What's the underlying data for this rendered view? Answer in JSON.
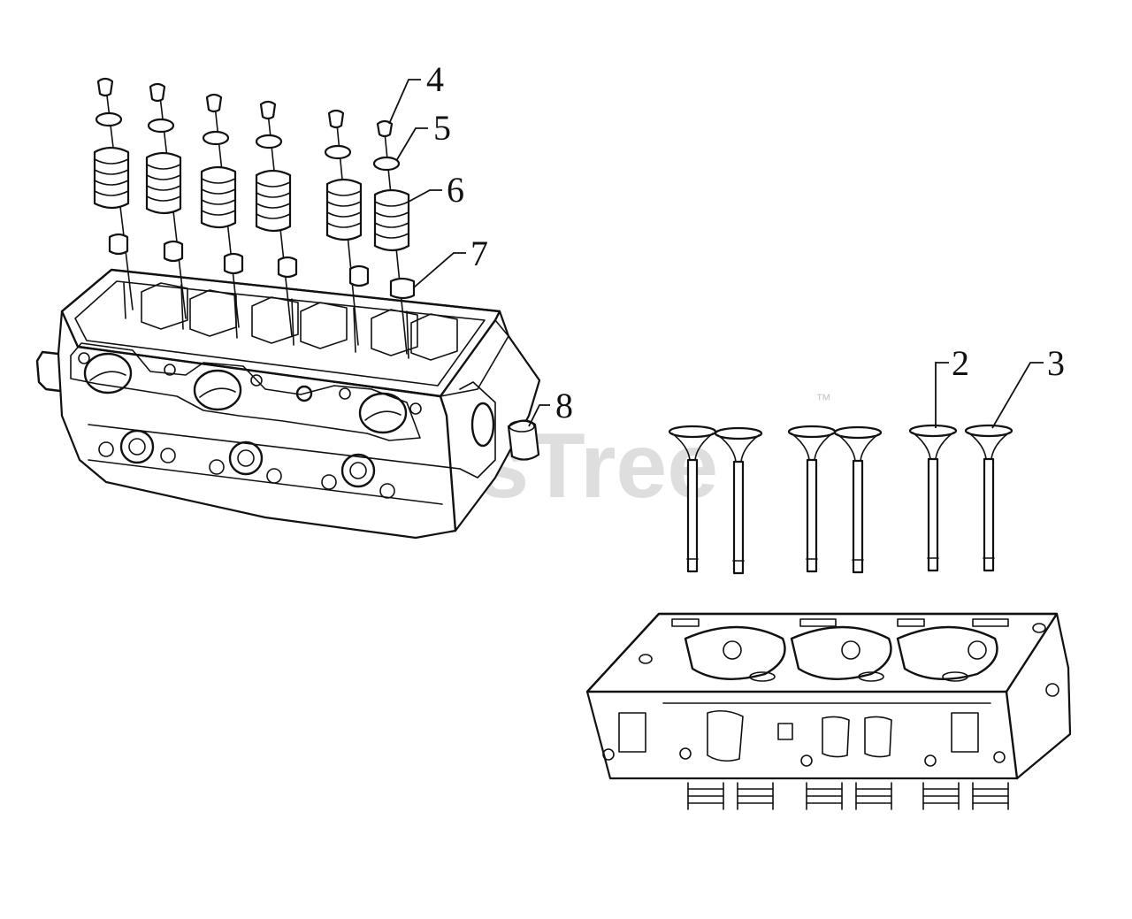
{
  "watermark": {
    "text": "PartsTree",
    "trademark": "™"
  },
  "callouts": [
    {
      "id": "4",
      "label": "4"
    },
    {
      "id": "5",
      "label": "5"
    },
    {
      "id": "6",
      "label": "6"
    },
    {
      "id": "7",
      "label": "7"
    },
    {
      "id": "8",
      "label": "8"
    },
    {
      "id": "2",
      "label": "2"
    },
    {
      "id": "3",
      "label": "3"
    }
  ]
}
